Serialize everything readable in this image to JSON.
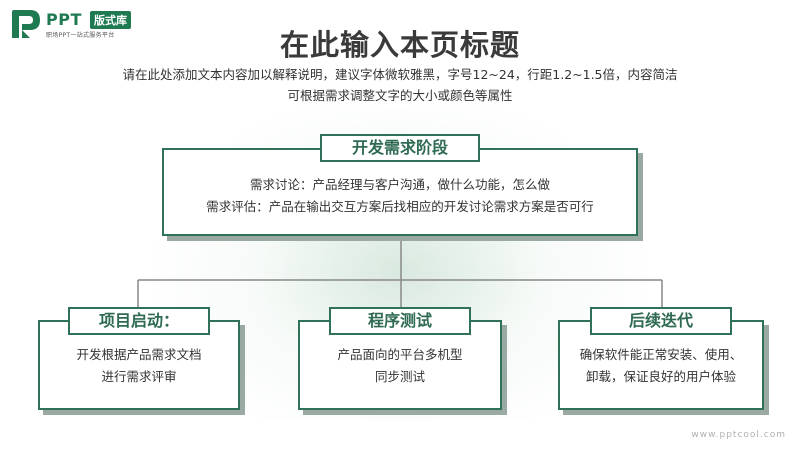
{
  "logo": {
    "brand": "PPT",
    "badge": "版式库",
    "tagline": "职场PPT一站式服务平台"
  },
  "header": {
    "title": "在此输入本页标题",
    "subtitle_lines": [
      "请在此处添加文本内容加以解释说明，建议字体微软雅黑，字号12~24，行距1.2~1.5倍，内容简洁",
      "可根据需求调整文字的大小或颜色等属性"
    ]
  },
  "diagram": {
    "top": {
      "label": "开发需求阶段",
      "lines": [
        "需求讨论：产品经理与客户沟通，做什么功能，怎么做",
        "需求评估：产品在输出交互方案后找相应的开发讨论需求方案是否可行"
      ]
    },
    "children": [
      {
        "label": "项目启动：",
        "lines": [
          "开发根据产品需求文档",
          "进行需求评审"
        ]
      },
      {
        "label": "程序测试",
        "lines": [
          "产品面向的平台多机型",
          "同步测试"
        ]
      },
      {
        "label": "后续迭代",
        "lines": [
          "确保软件能正常安装、使用、",
          "卸载，保证良好的用户体验"
        ]
      }
    ]
  },
  "watermark": "www.pptcool.com",
  "colors": {
    "accent": "#2f7257",
    "shadow": "#9aa9a1",
    "connector": "#888888"
  }
}
